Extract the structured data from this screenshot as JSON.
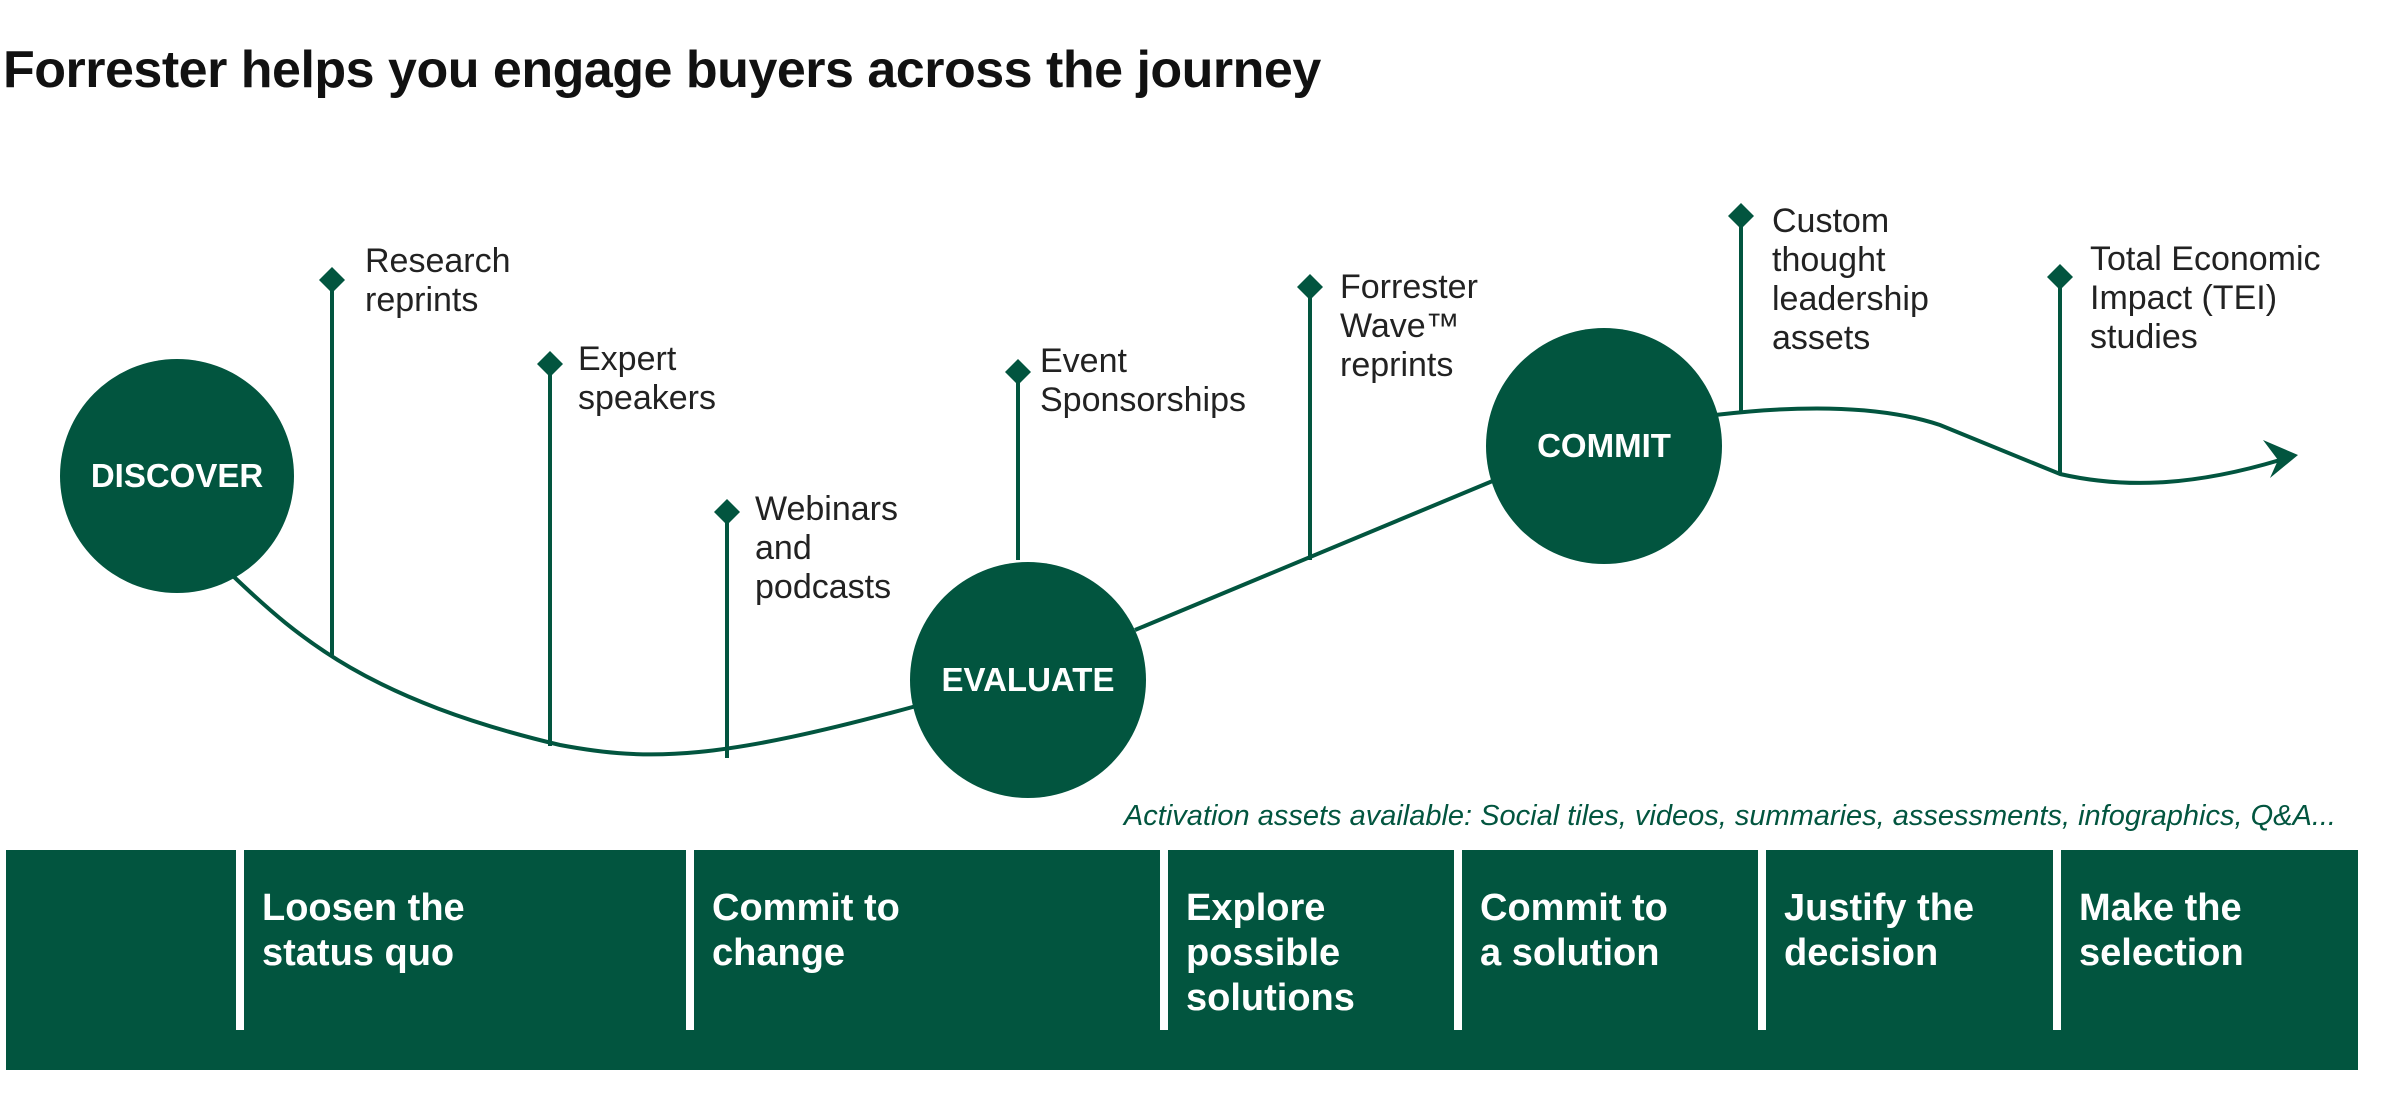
{
  "title": "Forrester helps you engage buyers across the journey",
  "colors": {
    "brand_green": "#02553f",
    "text": "#222222",
    "background": "#ffffff"
  },
  "stages": [
    "DISCOVER",
    "EVALUATE",
    "COMMIT"
  ],
  "assets": [
    {
      "lines": [
        "Research",
        "reprints"
      ]
    },
    {
      "lines": [
        "Expert",
        "speakers"
      ]
    },
    {
      "lines": [
        "Webinars",
        "and",
        "podcasts"
      ]
    },
    {
      "lines": [
        "Event",
        "Sponsorships"
      ]
    },
    {
      "lines": [
        "Forrester",
        "Wave™",
        "reprints"
      ]
    },
    {
      "lines": [
        "Custom",
        "thought",
        "leadership",
        "assets"
      ]
    },
    {
      "lines": [
        "Total Economic",
        "Impact (TEI)",
        "studies"
      ]
    }
  ],
  "activation_note": "Activation assets available: Social tiles, videos, summaries, assessments, infographics, Q&A...",
  "phases": [
    {
      "lines": [
        "Loosen the",
        "status quo"
      ]
    },
    {
      "lines": [
        "Commit to",
        "change"
      ]
    },
    {
      "lines": [
        "Explore",
        "possible",
        "solutions"
      ]
    },
    {
      "lines": [
        "Commit to",
        "a solution"
      ]
    },
    {
      "lines": [
        "Justify the",
        "decision"
      ]
    },
    {
      "lines": [
        "Make the",
        "selection"
      ]
    }
  ]
}
